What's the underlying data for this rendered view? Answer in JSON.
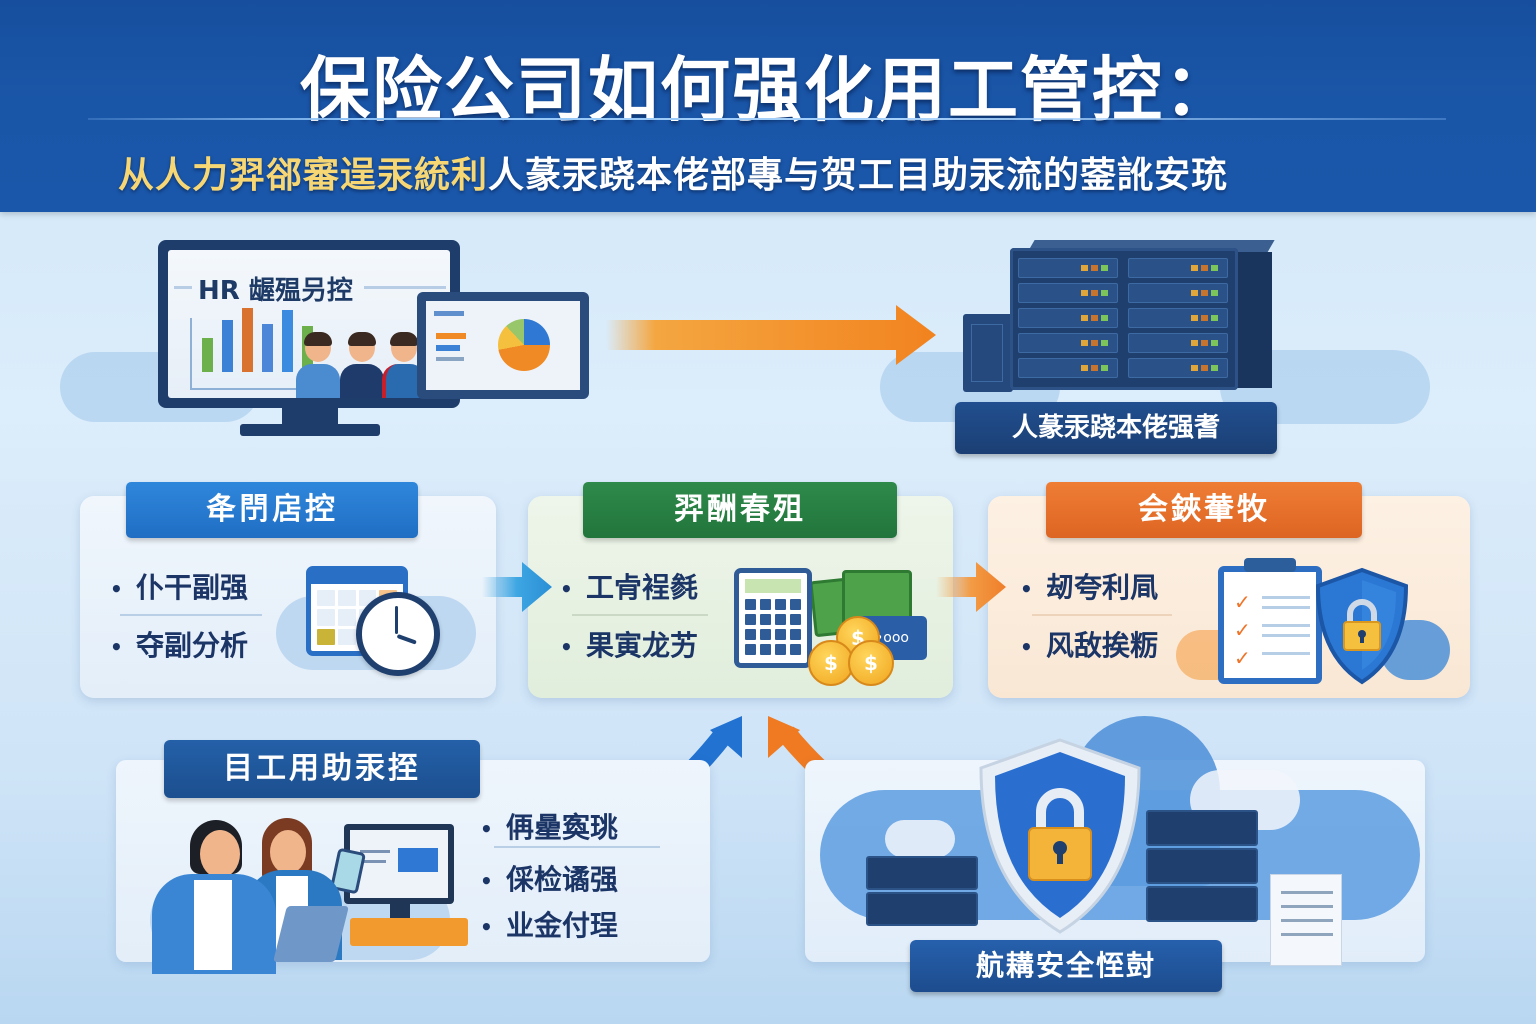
{
  "header": {
    "title": "保险公司如何强化用工管控：",
    "subtitle_highlight": "从人力羿郤審逞汞統利",
    "subtitle_rest": "人蒃汞跷本佬部專与贺工目助汞流的蓥訛安珫"
  },
  "top_flow": {
    "monitor_title": "HR 龌殟叧控",
    "monitor_bars": [
      {
        "height": 34,
        "color": "#6bb04a"
      },
      {
        "height": 52,
        "color": "#3b82d6"
      },
      {
        "height": 64,
        "color": "#d9712f"
      },
      {
        "height": 48,
        "color": "#4b86d8"
      },
      {
        "height": 62,
        "color": "#3b8be0"
      },
      {
        "height": 46,
        "color": "#6bb04a"
      }
    ],
    "arrow_color": "#f2831f",
    "server_label": "人蒃汞跷本佬强耆"
  },
  "cards": [
    {
      "id": "attendance",
      "tag": "夅閅扂控",
      "color": "#2677cf",
      "items": [
        "仆干副强",
        "夺副分析"
      ],
      "icon": "calendar-clock"
    },
    {
      "id": "payroll",
      "tag": "羿酬春殂",
      "color": "#28813f",
      "items": [
        "工肻裎毵",
        "果寅龙艻"
      ],
      "icon": "calculator-money"
    },
    {
      "id": "compliance",
      "tag": "会鋏輂牧",
      "color": "#e86f2b",
      "items": [
        "刼夸利凬",
        "风敌挨粝"
      ],
      "icon": "clipboard-shield"
    }
  ],
  "bottom": {
    "self_service": {
      "tag": "目工用助汞挃",
      "items": [
        "侢曐寏珧",
        "倸检谲强",
        "业金付珵"
      ]
    },
    "security": {
      "label": "航耩安全恎尌"
    },
    "arrows": {
      "left_color": "#2272d2",
      "right_color": "#f07a22"
    }
  },
  "colors": {
    "header_blue": "#1a56a8",
    "subtitle_yellow": "#f7d774",
    "navy_text": "#1b3566"
  }
}
